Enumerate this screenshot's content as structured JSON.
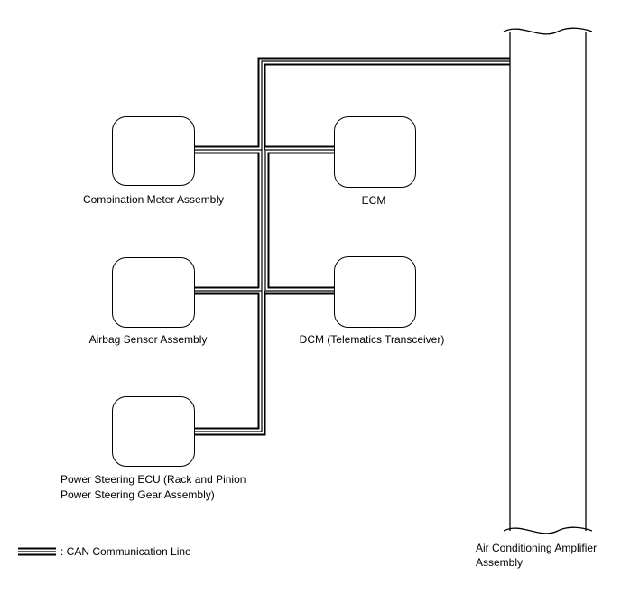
{
  "components": {
    "combination_meter": "Combination Meter Assembly",
    "ecm": "ECM",
    "airbag_sensor": "Airbag Sensor Assembly",
    "dcm": "DCM (Telematics Transceiver)",
    "power_steering_line1": "Power Steering ECU (Rack and Pinion",
    "power_steering_line2": "Power Steering Gear Assembly)",
    "ac_amplifier_line1": "Air Conditioning Amplifier",
    "ac_amplifier_line2": "Assembly"
  },
  "legend": {
    "label": ": CAN Communication Line"
  }
}
